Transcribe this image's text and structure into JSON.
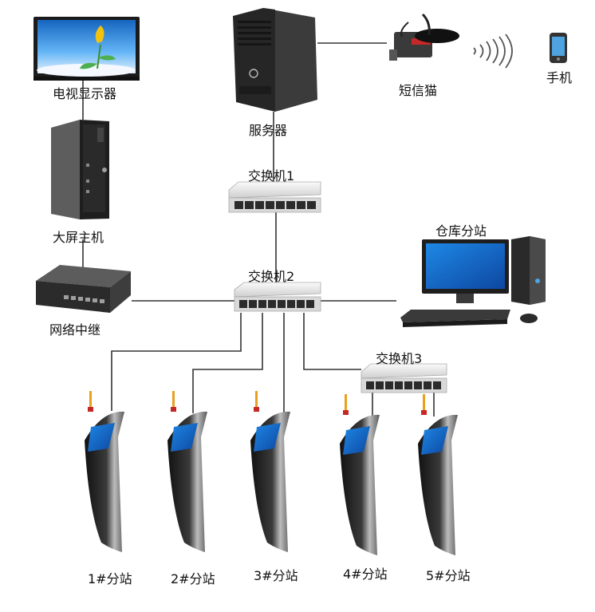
{
  "labels": {
    "tv_display": "电视显示器",
    "server": "服务器",
    "sms_modem": "短信猫",
    "phone": "手机",
    "big_screen_host": "大屏主机",
    "switch1": "交换机1",
    "switch2": "交换机2",
    "switch3": "交换机3",
    "warehouse_station": "仓库分站",
    "network_repeater": "网络中继",
    "station1": "1#分站",
    "station2": "2#分站",
    "station3": "3#分站",
    "station4": "4#分站",
    "station5": "5#分站"
  },
  "icons": {
    "tv": "tv-monitor-icon",
    "server": "tower-server-icon",
    "modem": "gsm-modem-icon",
    "wifi": "wireless-signal-icon",
    "phone": "mobile-phone-icon",
    "pc": "desktop-computer-icon",
    "switch": "network-switch-icon",
    "repeater": "network-repeater-icon",
    "kiosk": "kiosk-terminal-icon"
  },
  "colors": {
    "line": "#333333",
    "screen_blue": "#1a7fd6",
    "device_dark": "#2b2b2b",
    "switch_body": "#e6e6e6",
    "signal_light": "#e8a020"
  }
}
